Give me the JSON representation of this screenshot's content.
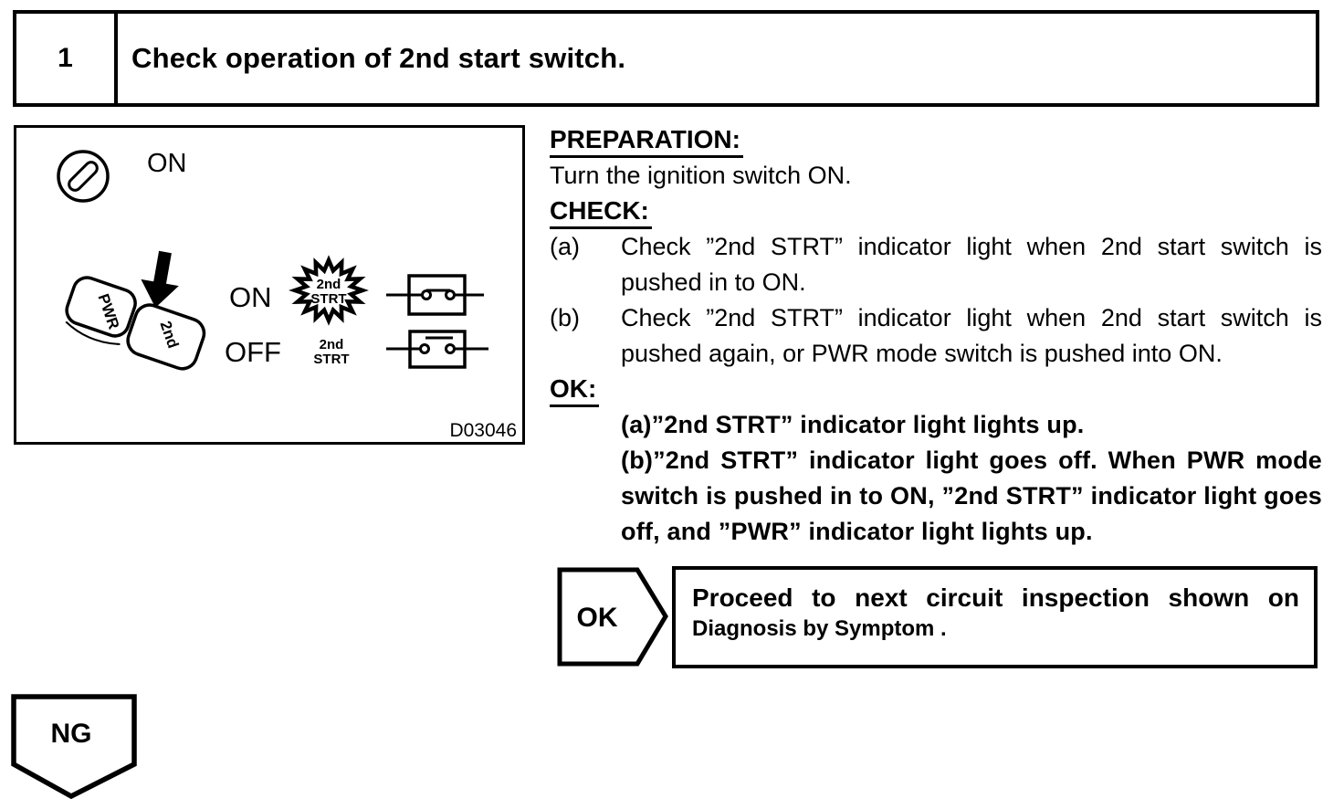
{
  "step": {
    "number": "1",
    "title": "Check operation of 2nd start switch."
  },
  "figure": {
    "ignition_switch_label": "ON",
    "rocker_top_label": "PWR",
    "rocker_bottom_label": "2nd",
    "row_on_label": "ON",
    "row_off_label": "OFF",
    "indicator_line1": "2nd",
    "indicator_line2": "STRT",
    "figure_id": "D03046"
  },
  "procedure": {
    "preparation_heading": "PREPARATION:",
    "preparation_text": "Turn the ignition switch ON.",
    "check_heading": "CHECK:",
    "check_items": [
      {
        "marker": "(a)",
        "text": "Check ”2nd STRT” indicator light when 2nd start switch is pushed in to ON."
      },
      {
        "marker": "(b)",
        "text": "Check ”2nd STRT” indicator light when 2nd start switch is pushed again, or PWR mode switch is pushed into ON."
      }
    ],
    "ok_heading": "OK:",
    "ok_items": [
      "(a)”2nd STRT” indicator light lights up.",
      "(b)”2nd STRT” indicator light goes off. When PWR mode switch is pushed in to ON, ”2nd STRT” indicator light goes off, and ”PWR” indicator light lights up."
    ]
  },
  "routes": {
    "ok": {
      "label": "OK",
      "line1": "Proceed to next circuit inspection shown on",
      "line2": "Diagnosis by Symptom ."
    },
    "ng": {
      "label": "NG"
    }
  }
}
